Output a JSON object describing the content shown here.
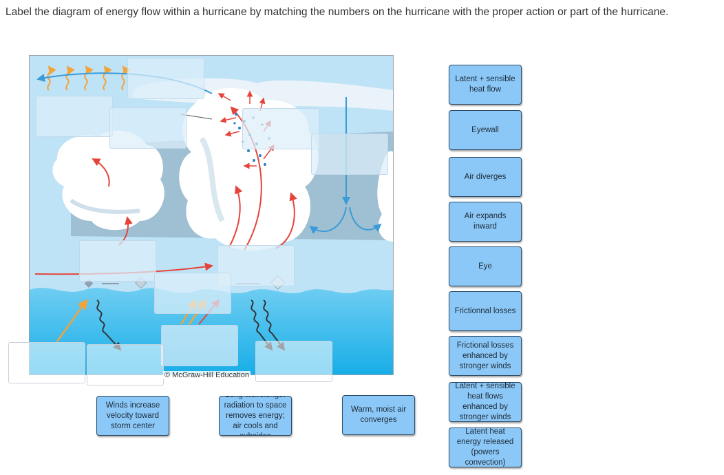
{
  "question": {
    "text": "Label the diagram of energy flow within a hurricane by matching the numbers on the hurricane with the proper action or part of the hurricane."
  },
  "diagram": {
    "credit": "© McGraw-Hill Education",
    "colors": {
      "sky": "#bfe3f6",
      "cloud": "#ffffff",
      "cloud_shadow": "#aec8d8",
      "ocean": "#3bb7ea",
      "warm_arrow": "#e5443b",
      "cool_arrow": "#3a9bd8",
      "heat_arrow": "#f2a33a"
    }
  },
  "labels_right": [
    {
      "text": "Latent + sensible heat flow"
    },
    {
      "text": "Eyewall"
    },
    {
      "text": "Air diverges"
    },
    {
      "text": "Air expands inward"
    },
    {
      "text": "Eye"
    },
    {
      "text": "Frictionnal losses"
    },
    {
      "text": "Frictional losses enhanced by stronger winds"
    },
    {
      "text": "Latent + sensible heat flows enhanced by stronger winds"
    },
    {
      "text": "Latent heat energy released (powers convection)"
    }
  ],
  "labels_bottom": [
    {
      "text": "Winds increase velocity toward storm center"
    },
    {
      "text": "Long-wavelength radiation to space removes energy; air cools and subsides"
    },
    {
      "text": "Warm, moist air converges"
    }
  ],
  "accent_color": "#8cc8f7",
  "tile_border_color": "#2b4a66"
}
